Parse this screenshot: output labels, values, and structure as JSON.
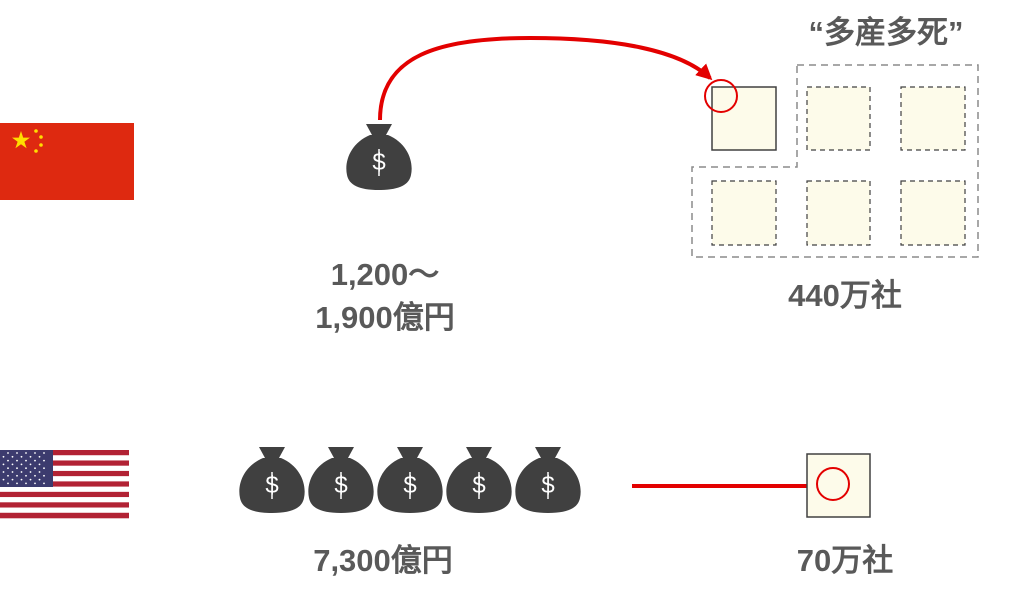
{
  "china": {
    "investment_line1": "1,200～",
    "investment_line2": "1,900億円",
    "companies": "440万社",
    "caption": "“多産多死”",
    "flag_name": "flag-china",
    "bag_count": 1,
    "company_box_count": 6,
    "colors": {
      "flag_red": "#de2910",
      "flag_star": "#ffde00"
    }
  },
  "usa": {
    "investment": "7,300億円",
    "companies": "70万社",
    "flag_name": "flag-usa",
    "bag_count": 5,
    "company_box_count": 1,
    "colors": {
      "stripe_red": "#b22234",
      "canton": "#3c3b6e"
    }
  },
  "colors": {
    "text": "#595959",
    "money_bag": "#404040",
    "arrow": "#e30000",
    "box_fill": "#fdfbea",
    "box_border": "#404040",
    "dashed_border": "#8c8c8c"
  }
}
